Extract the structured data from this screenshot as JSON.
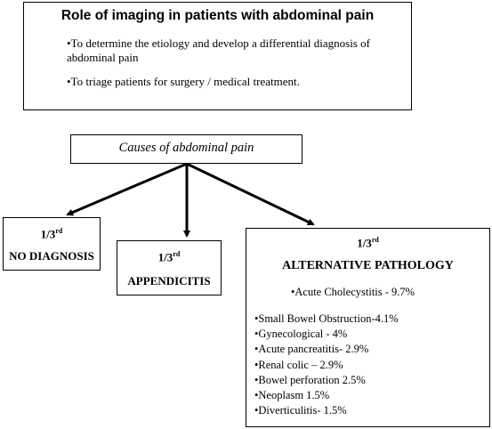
{
  "role": {
    "title": "Role of imaging in patients with abdominal pain",
    "items": [
      "•To determine the etiology and develop a differential diagnosis of abdominal pain",
      "•To triage patients for surgery / medical treatment."
    ]
  },
  "causes": {
    "title": "Causes of abdominal pain"
  },
  "outcomes": {
    "fraction": "1/3",
    "fraction_suffix": "rd",
    "no_diagnosis": "NO DIAGNOSIS",
    "appendicitis": "APPENDICITIS",
    "alternative": {
      "title": "ALTERNATIVE PATHOLOGY",
      "first": "•Acute Cholecystitis - 9.7%",
      "items": [
        "•Small Bowel Obstruction-4.1%",
        "•Gynecological - 4%",
        "•Acute pancreatitis- 2.9%",
        "•Renal colic – 2.9%",
        "•Bowel perforation 2.5%",
        "•Neoplasm 1.5%",
        "•Diverticulitis- 1.5%"
      ]
    }
  }
}
